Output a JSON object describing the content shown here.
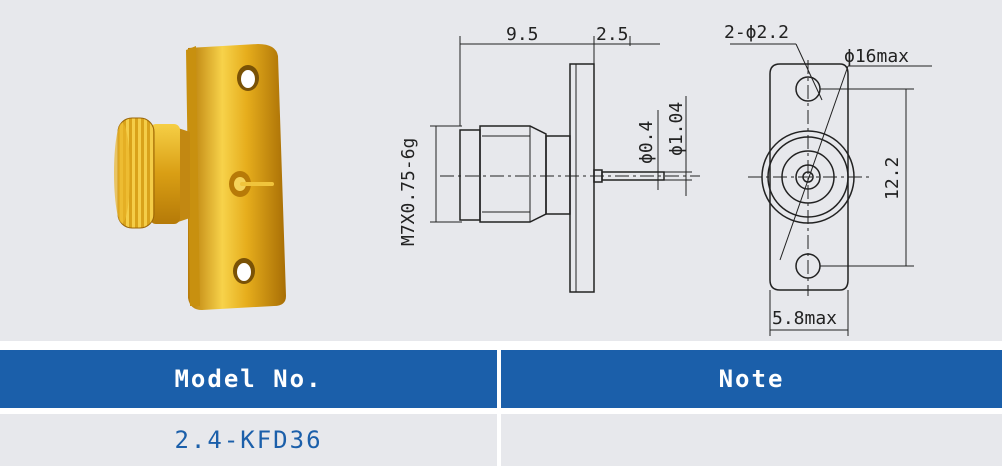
{
  "drawing": {
    "dims": {
      "length": "9.5",
      "flange_thickness": "2.5",
      "thread": "M7X0.75-6g",
      "pin_diameter": "ϕ0.4",
      "insulator_diameter": "ϕ1.04",
      "holes": "2-ϕ2.2",
      "max_diameter": "ϕ16max",
      "hole_spacing": "12.2",
      "flange_width": "5.8max"
    }
  },
  "table": {
    "headers": [
      "Model No.",
      "Note"
    ],
    "rows": [
      [
        "2.4-KFD36",
        ""
      ]
    ]
  },
  "colors": {
    "header_bg": "#1b5faa",
    "cell_bg": "#e7e8ec",
    "gold": "#e0a818"
  }
}
